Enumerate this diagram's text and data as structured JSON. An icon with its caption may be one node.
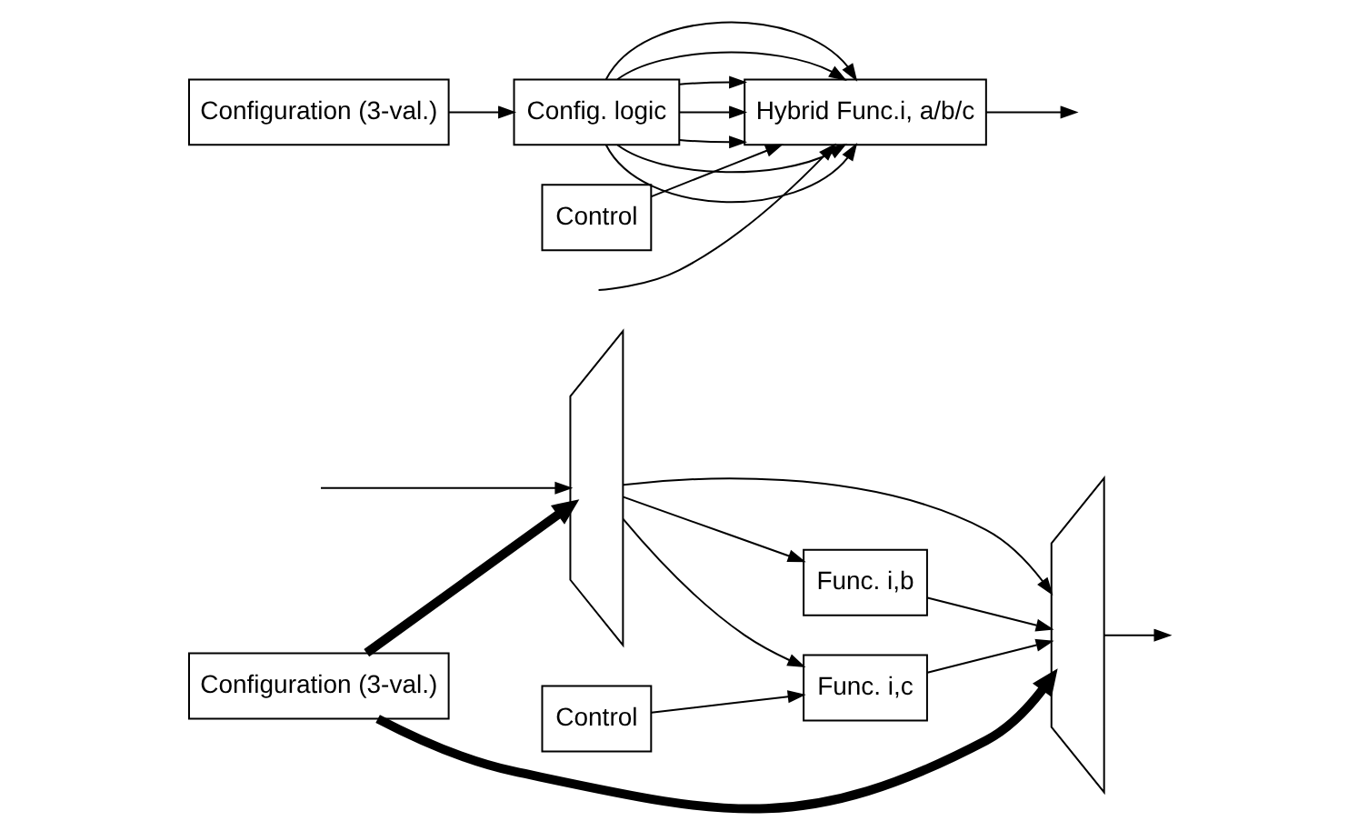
{
  "diagram": {
    "nodes": [
      {
        "text": [
          "Configuration (3-val.)"
        ]
      },
      {
        "text": [],
        "shape": "trapezoid"
      },
      {
        "text": [],
        "shape": "trapezoid"
      },
      {
        "text": [
          "Func. i,b"
        ]
      },
      {
        "text": [
          "Func. i,c"
        ]
      },
      {
        "text": [
          "Control"
        ]
      },
      {
        "text": [
          "Configuration (3-val.)"
        ]
      },
      {
        "text": [
          "Config. logic"
        ]
      },
      {
        "text": [
          "Hybrid Func.i, a/b/c"
        ]
      },
      {
        "text": [
          "Control"
        ]
      }
    ],
    "edges": [
      {
        "from": 0,
        "to": 1,
        "arrow": "to",
        "style": "thick"
      },
      {
        "from": 0,
        "to": 2,
        "arrow": "to",
        "style": "thick"
      },
      {
        "from": null,
        "to": 1,
        "arrow": "to"
      },
      {
        "from": 1,
        "to": 2,
        "arrow": "to"
      },
      {
        "from": 1,
        "to": 3,
        "arrow": "to"
      },
      {
        "from": 1,
        "to": 4,
        "arrow": "to"
      },
      {
        "from": 3,
        "to": 2,
        "arrow": "to"
      },
      {
        "from": 4,
        "to": 2,
        "arrow": "to"
      },
      {
        "from": 2,
        "to": null,
        "arrow": "to"
      },
      {
        "from": 5,
        "to": 4,
        "arrow": "to"
      },
      {
        "from": 6,
        "to": 7,
        "arrow": "to"
      },
      {
        "from": 7,
        "to": 8,
        "arrow": "to"
      },
      {
        "from": 7,
        "to": 8,
        "arrow": "to"
      },
      {
        "from": 7,
        "to": 8,
        "arrow": "to"
      },
      {
        "from": 7,
        "to": 8,
        "arrow": "to"
      },
      {
        "from": 7,
        "to": 8,
        "arrow": "to"
      },
      {
        "from": 7,
        "to": 8,
        "arrow": "to"
      },
      {
        "from": 7,
        "to": 8,
        "arrow": "to"
      },
      {
        "from": null,
        "to": 8,
        "arrow": "to"
      },
      {
        "from": 8,
        "to": null,
        "arrow": "to"
      },
      {
        "from": 9,
        "to": 8,
        "arrow": "to"
      }
    ]
  }
}
